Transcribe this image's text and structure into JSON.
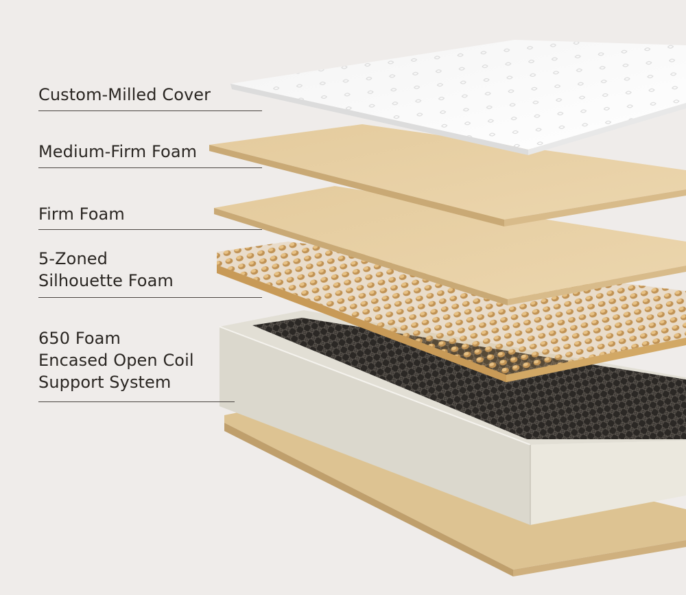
{
  "layers": [
    {
      "label": "Custom-Milled Cover"
    },
    {
      "label": "Medium-Firm Foam"
    },
    {
      "label": "Firm Foam"
    },
    {
      "label": "5-Zoned\nSilhouette Foam"
    },
    {
      "label": "650 Foam\nEncased Open Coil\nSupport System"
    }
  ],
  "colors": {
    "background": "#efecea",
    "cover": "#fafafa",
    "foam": "#e6cea3",
    "foam_edge": "#ccad7b",
    "zoned_foam": "#d6ad6c",
    "coil": "#2b2825",
    "frame": "#e4e1d7",
    "text": "#2a2622"
  }
}
